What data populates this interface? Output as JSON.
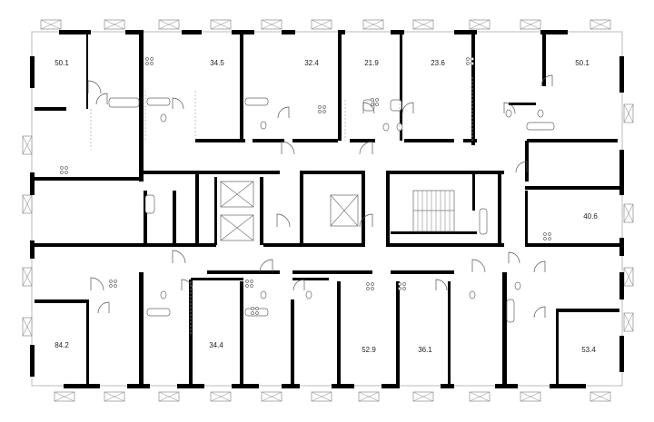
{
  "floor_plan": {
    "apartments": [
      {
        "id": "top-left",
        "area": "50.1"
      },
      {
        "id": "top-2",
        "area": "34.5"
      },
      {
        "id": "top-3",
        "area": "32.4"
      },
      {
        "id": "top-4",
        "area": "21.9"
      },
      {
        "id": "top-5",
        "area": "23.6"
      },
      {
        "id": "top-right",
        "area": "50.1"
      },
      {
        "id": "right-middle",
        "area": "40.6"
      },
      {
        "id": "bottom-left",
        "area": "84.2"
      },
      {
        "id": "bottom-2",
        "area": "34.4"
      },
      {
        "id": "bottom-3",
        "area": "52.9"
      },
      {
        "id": "bottom-4",
        "area": "36.1"
      },
      {
        "id": "bottom-right",
        "area": "53.4"
      }
    ],
    "colors": {
      "walls": "#000000",
      "background": "#ffffff",
      "windows": "#999999"
    }
  }
}
